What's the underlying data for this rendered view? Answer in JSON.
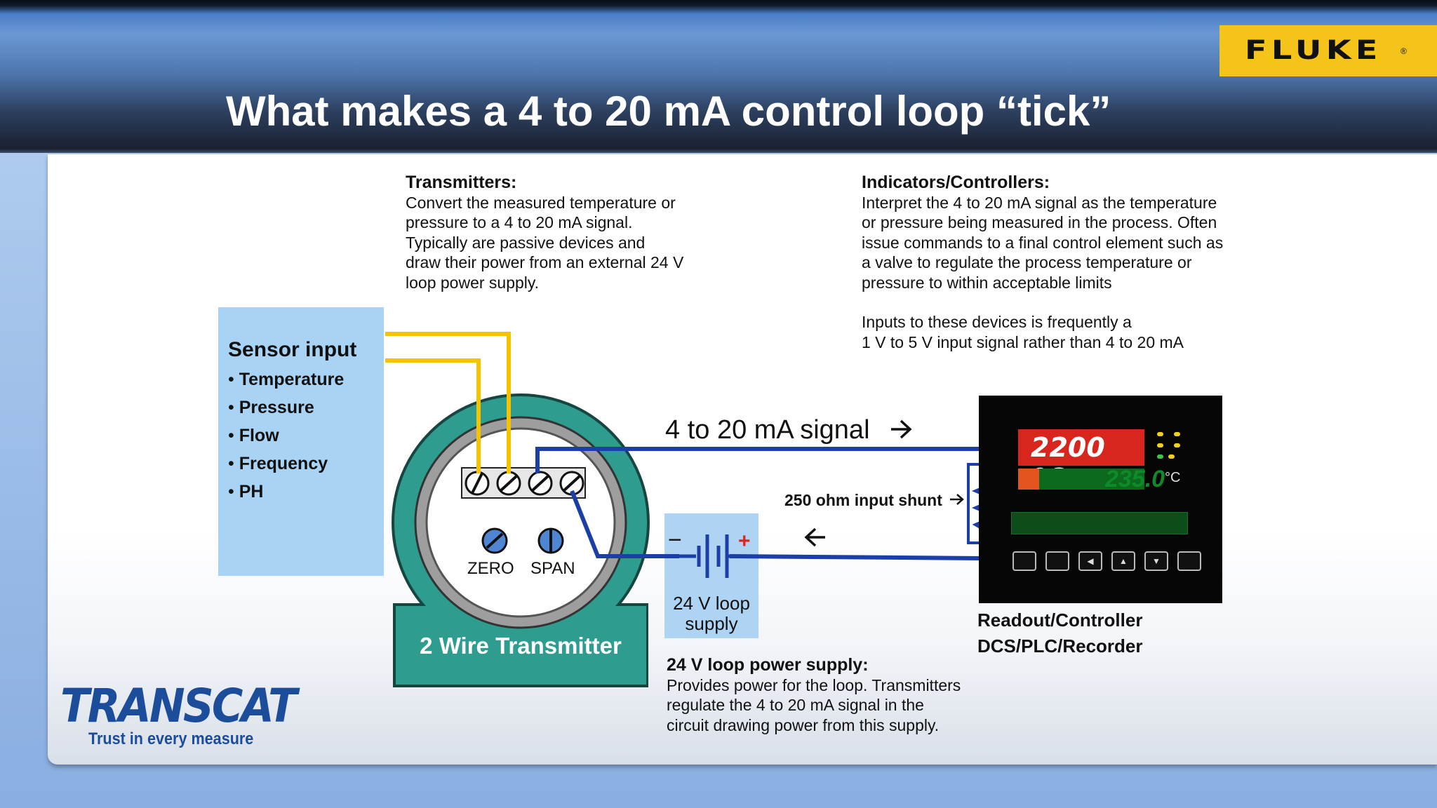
{
  "header": {
    "title": "What makes a 4 to 20 mA control loop “tick”",
    "brand": "FLUKE",
    "brand_reg": "®"
  },
  "transmitters": {
    "heading": "Transmitters:",
    "body": "Convert the measured temperature or\npressure to a 4 to 20 mA signal.\nTypically are passive devices and\ndraw their power from an external 24 V\nloop power supply."
  },
  "indicators": {
    "heading": "Indicators/Controllers:",
    "body": "Interpret the 4 to 20 mA signal as the temperature\nor pressure being measured in the process. Often\nissue commands to a final control element such as\na valve to regulate the process temperature or\npressure to within acceptable limits",
    "note": "Inputs to these devices is frequently a\n1 V to 5 V input signal rather than 4 to 20 mA"
  },
  "sensor": {
    "title": "Sensor input",
    "items": [
      "Temperature",
      "Pressure",
      "Flow",
      "Frequency",
      "PH"
    ]
  },
  "transmitter_device": {
    "label": "2 Wire Transmitter",
    "zero_label": "ZERO",
    "span_label": "SPAN"
  },
  "loop": {
    "signal_label": "4 to 20 mA signal",
    "shunt_label": "250 ohm input shunt",
    "supply_label_line1": "24 V loop",
    "supply_label_line2": "supply",
    "minus": "−",
    "plus": "+"
  },
  "power_supply": {
    "heading": "24 V loop power supply:",
    "body": "Provides power for the loop. Transmitters\nregulate the 4 to 20 mA signal in the\ncircuit drawing power from this supply."
  },
  "readout": {
    "title_line1": "Readout/Controller",
    "title_line2": "DCS/PLC/Recorder",
    "temp_display": "2200 ºC",
    "setpoint_display": "235.0",
    "unit": "°C"
  },
  "footer": {
    "logo": "TRANSCAT",
    "logo_reg": "®",
    "tagline": "Trust in every measure"
  },
  "colors": {
    "wire_yellow": "#f5c300",
    "wire_blue": "#1b3fa6",
    "transmitter_teal": "#2f9c90",
    "accent_red": "#e0231c"
  }
}
